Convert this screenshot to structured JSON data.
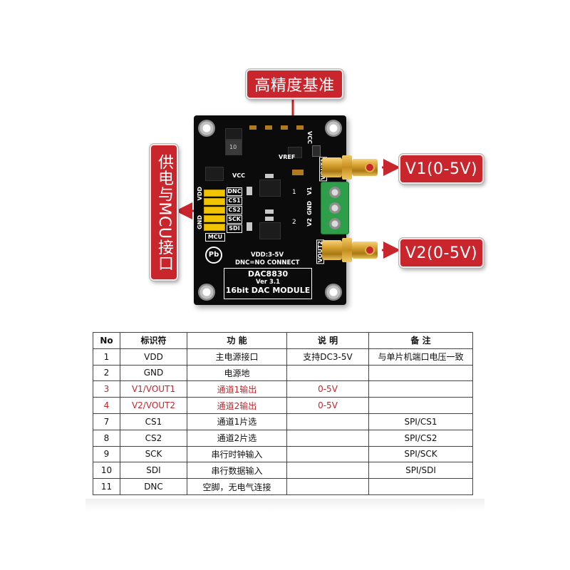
{
  "callouts": {
    "vref": "高精度基准",
    "mcu": "供电与MCU接口",
    "v1": "V1(0-5V)",
    "v2": "V2(0-5V)"
  },
  "board": {
    "vcc_top": "VCC",
    "vref": "VREF",
    "vcc_left": "VCC",
    "cap_marking": "10",
    "pins": [
      "DNC",
      "CS1",
      "CS2",
      "SCK",
      "SDI"
    ],
    "vdd": "VDD",
    "gnd": "GND",
    "mcu": "MCU",
    "ch1_mark": "1",
    "ch2_mark": "2",
    "vout1": "VOUT1",
    "vout2": "VOUT2",
    "term_v1": "V1",
    "term_gnd": "GND",
    "term_v2": "V2",
    "vdd_range": "VDD:3-5V",
    "dnc_note": "DNC=NO CONNECT",
    "model": "DAC8830",
    "version": "Ver 3.1",
    "module": "16bit DAC MODULE",
    "pb_logo": "Pb"
  },
  "colors": {
    "accent_red": "#c9252c",
    "highlight_red": "#c0262e",
    "header_yellow": "#f2c400",
    "terminal_green": "#2f9e4a",
    "pcb_black": "#0b0b0b"
  },
  "table": {
    "headers": [
      "No",
      "标识符",
      "功  能",
      "说  明",
      "备  注"
    ],
    "rows": [
      {
        "no": "1",
        "id": "VDD",
        "func": "主电源接口",
        "desc": "支持DC3-5V",
        "note": "与单片机端口电压一致"
      },
      {
        "no": "2",
        "id": "GND",
        "func": "电源地",
        "desc": "",
        "note": ""
      },
      {
        "no": "3",
        "id": "V1/VOUT1",
        "func": "通道1输出",
        "desc": "0-5V",
        "note": ""
      },
      {
        "no": "4",
        "id": "V2/VOUT2",
        "func": "通道2输出",
        "desc": "0-5V",
        "note": ""
      },
      {
        "no": "7",
        "id": "CS1",
        "func": "通道1片选",
        "desc": "",
        "note": "SPI/CS1"
      },
      {
        "no": "8",
        "id": "CS2",
        "func": "通道2片选",
        "desc": "",
        "note": "SPI/CS2"
      },
      {
        "no": "9",
        "id": "SCK",
        "func": "串行时钟输入",
        "desc": "",
        "note": "SPI/SCK"
      },
      {
        "no": "10",
        "id": "SDI",
        "func": "串行数据输入",
        "desc": "",
        "note": "SPI/SDI"
      },
      {
        "no": "11",
        "id": "DNC",
        "func": "空脚，无电气连接",
        "desc": "",
        "note": ""
      }
    ]
  }
}
